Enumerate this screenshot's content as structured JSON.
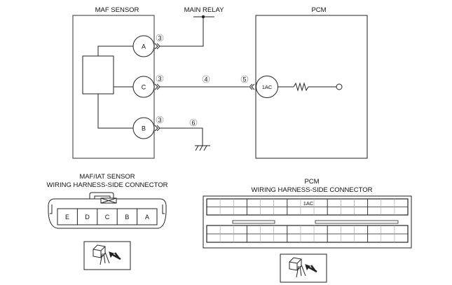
{
  "schematic": {
    "maf_sensor": {
      "title": "MAF SENSOR",
      "terminals": [
        {
          "id": "A",
          "label": "A",
          "connector_ref": "3"
        },
        {
          "id": "C",
          "label": "C",
          "connector_ref": "3"
        },
        {
          "id": "B",
          "label": "B",
          "connector_ref": "3"
        }
      ]
    },
    "main_relay": {
      "label": "MAIN RELAY"
    },
    "pcm": {
      "title": "PCM",
      "terminal": {
        "label": "1AC",
        "connector_ref": "5"
      }
    },
    "wires": [
      {
        "from": "A",
        "to": "MAIN RELAY",
        "ref": ""
      },
      {
        "from": "C",
        "to": "1AC",
        "ref": "4"
      },
      {
        "from": "B",
        "to": "GROUND",
        "ref": "6"
      }
    ],
    "ref_labels": {
      "three": "3",
      "four": "4",
      "five": "5",
      "six": "6"
    }
  },
  "maf_connector": {
    "title_line1": "MAF/IAT SENSOR",
    "title_line2": "WIRING HARNESS-SIDE CONNECTOR",
    "pins": [
      "E",
      "D",
      "C",
      "B",
      "A"
    ]
  },
  "pcm_connector": {
    "title_line1": "PCM",
    "title_line2": "WIRING HARNESS-SIDE CONNECTOR",
    "highlighted_pin": "1AC"
  }
}
